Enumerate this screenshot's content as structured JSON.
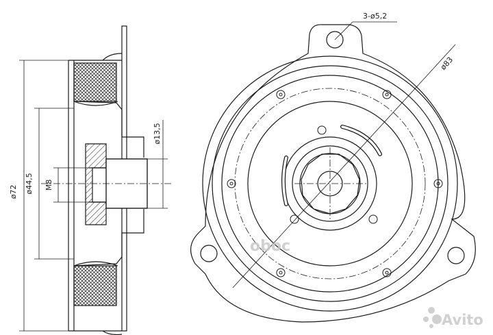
{
  "dimensions": {
    "holes": "3-ø5,2",
    "outer_dia": "ø83",
    "shaft_dia": "ø13,5",
    "body_dia": "ø72",
    "hub_dia": "ø44,5",
    "thread": "M8"
  },
  "watermark": {
    "brand": "oboc",
    "marketplace": "Avito"
  },
  "colors": {
    "line": "#1a1a1a",
    "watermark": "#c8c8c8",
    "background": "#ffffff"
  }
}
